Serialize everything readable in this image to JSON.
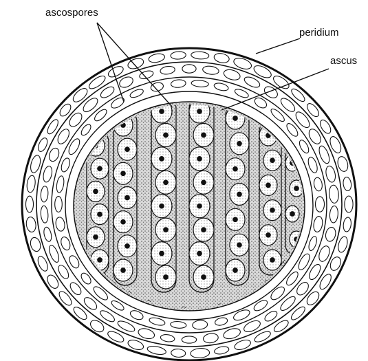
{
  "labels": {
    "ascospores": "ascospores",
    "peridium": "peridium",
    "ascus": "ascus"
  },
  "colors": {
    "ink": "#111111",
    "background": "#ffffff",
    "hymenium_stipple": "#8c8c8c",
    "spore_fill": "#ffffff"
  }
}
